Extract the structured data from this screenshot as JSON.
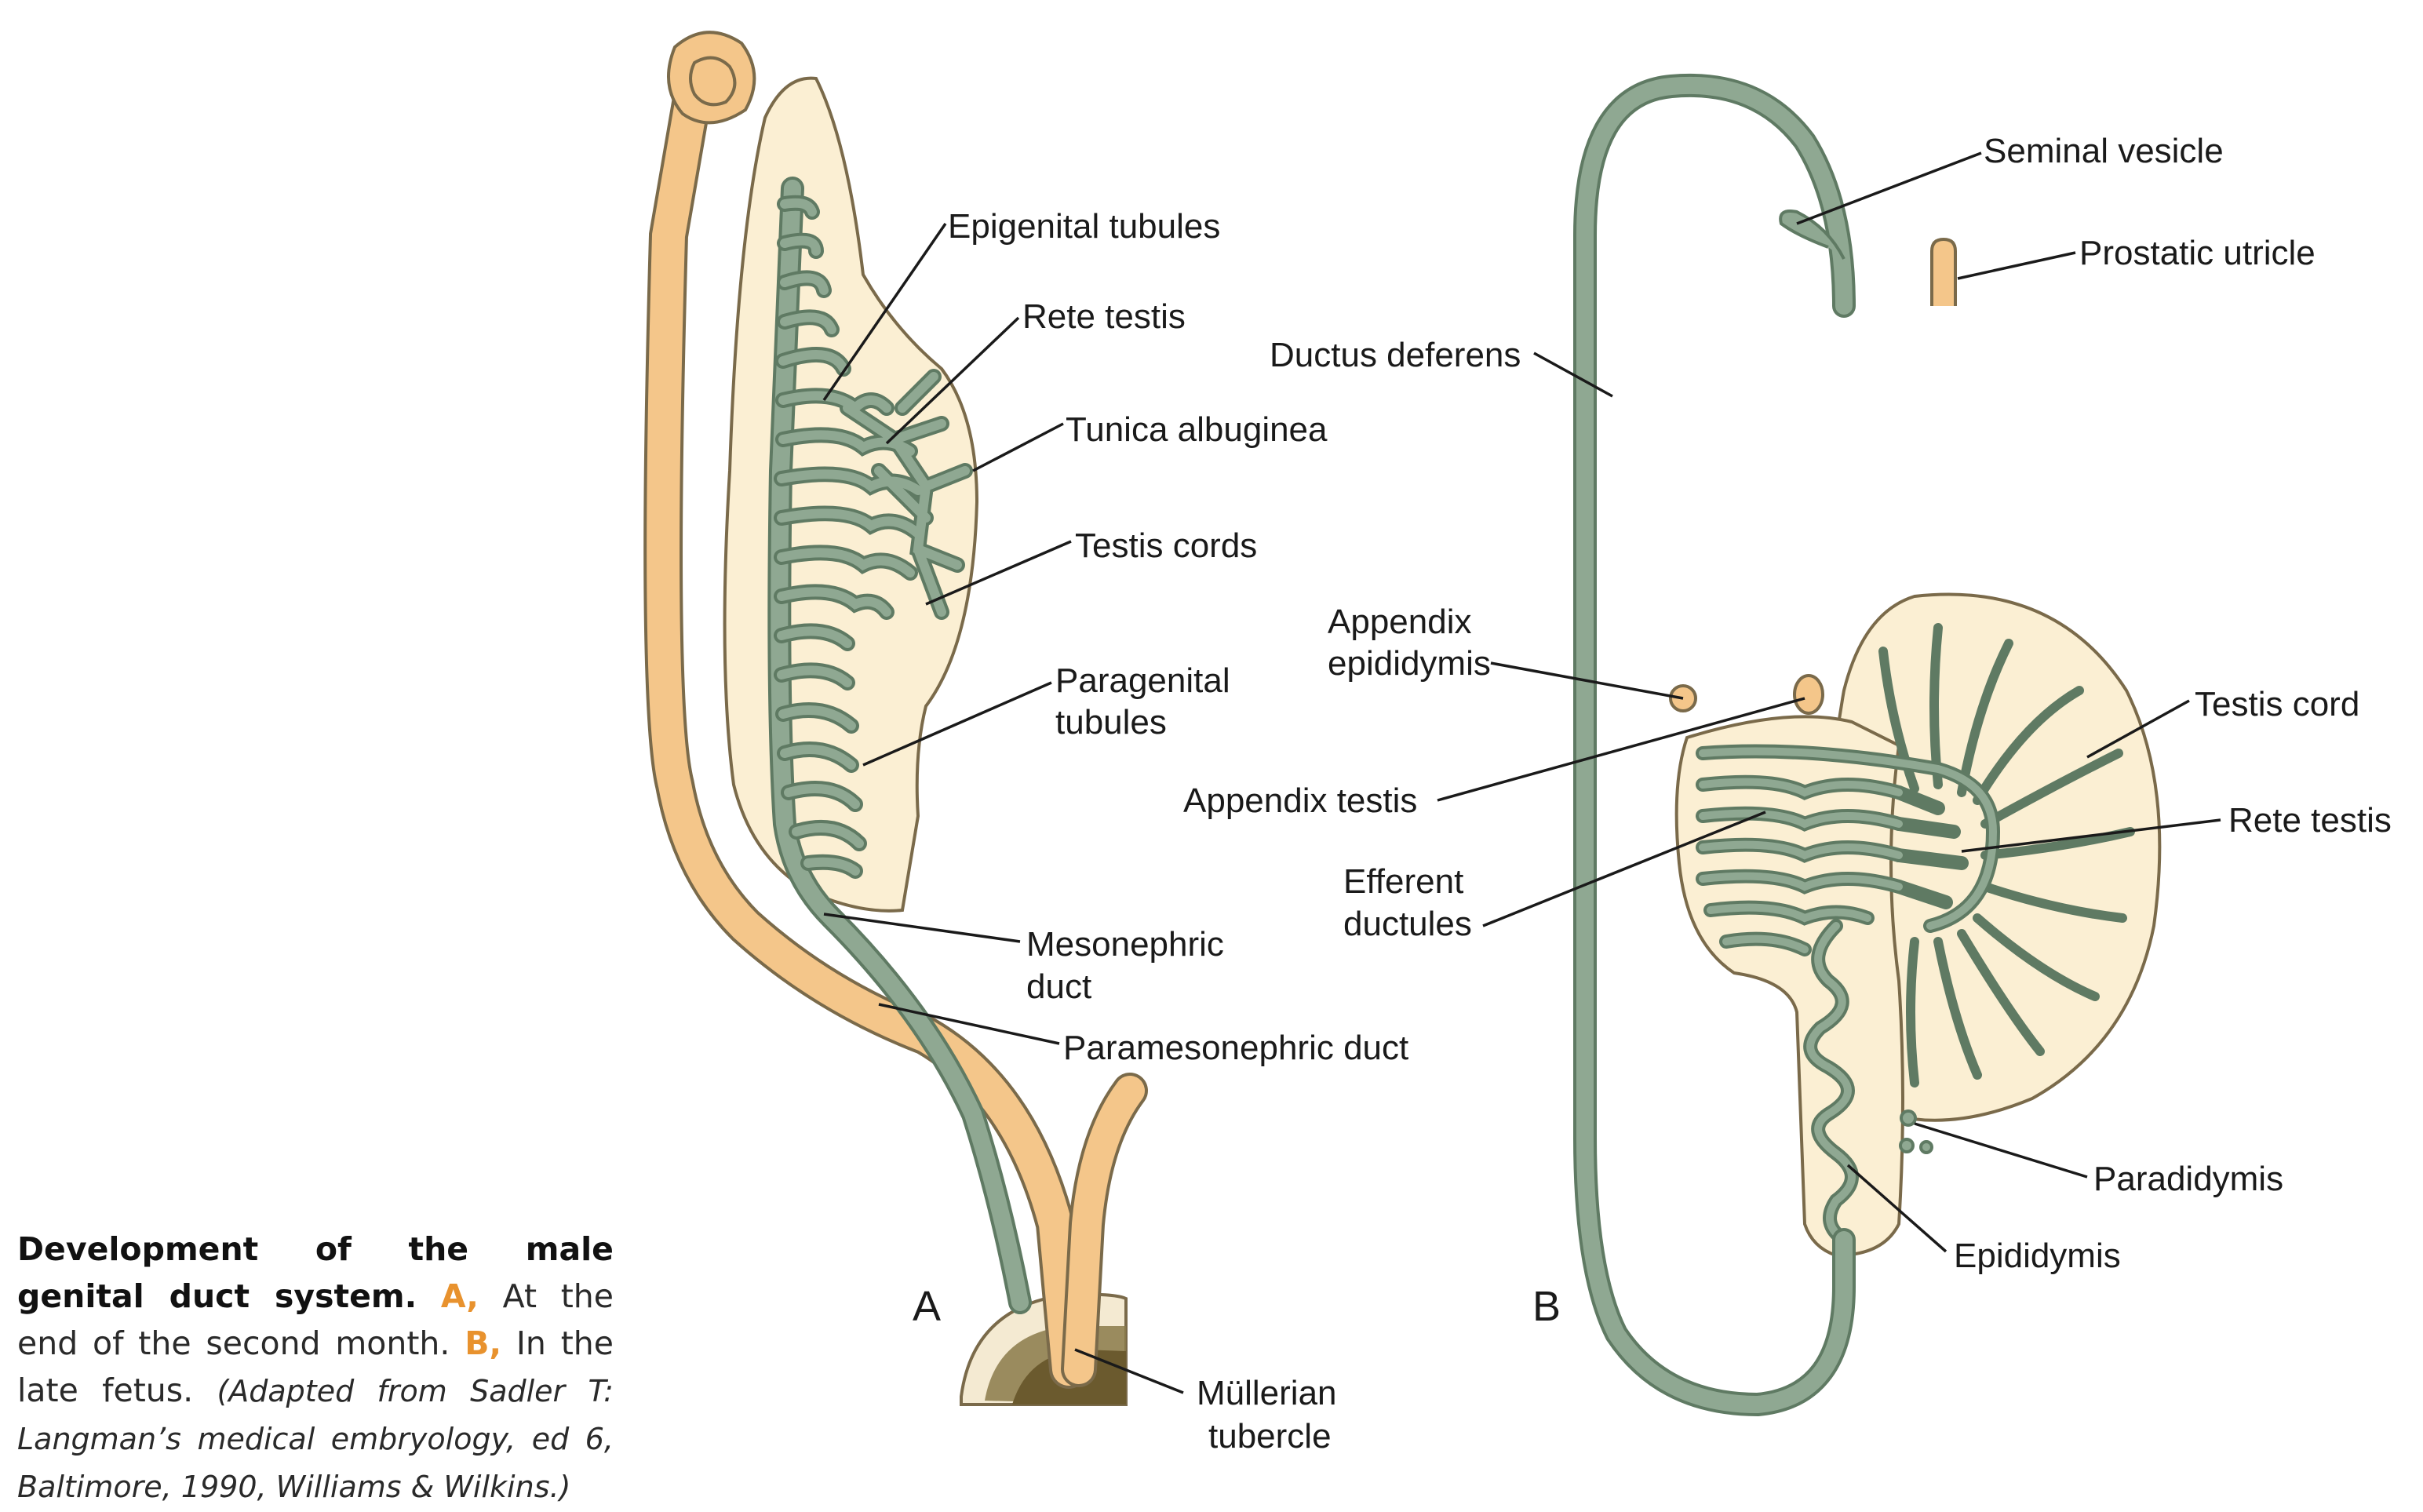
{
  "colors": {
    "duct_green": "#8FA892",
    "duct_green_dark": "#5f7a63",
    "paramesonephric_orange": "#F4C68A",
    "tissue_cream": "#FBEFD3",
    "outline": "#7a6a4a",
    "accent_orange": "#E8922E"
  },
  "panels": {
    "a": "A",
    "b": "B"
  },
  "labels": {
    "epigenital_tubules": "Epigenital tubules",
    "rete_testis_a": "Rete testis",
    "tunica_albuginea": "Tunica albuginea",
    "testis_cords": "Testis cords",
    "paragenital_tubules_1": "Paragenital",
    "paragenital_tubules_2": "tubules",
    "mesonephric_duct_1": "Mesonephric",
    "mesonephric_duct_2": "duct",
    "paramesonephric_duct": "Paramesonephric duct",
    "mullerian_tubercle_1": "Müllerian",
    "mullerian_tubercle_2": "tubercle",
    "seminal_vesicle": "Seminal vesicle",
    "prostatic_utricle": "Prostatic utricle",
    "ductus_deferens": "Ductus deferens",
    "appendix_epididymis_1": "Appendix",
    "appendix_epididymis_2": "epididymis",
    "appendix_testis": "Appendix testis",
    "testis_cord": "Testis cord",
    "rete_testis_b": "Rete testis",
    "efferent_ductules_1": "Efferent",
    "efferent_ductules_2": "ductules",
    "paradidymis": "Paradidymis",
    "epididymis": "Epididymis"
  },
  "caption": {
    "title": "Development of the male genital duct system.",
    "key_a": "A,",
    "text_a": "At the end of the second month.",
    "key_b": "B,",
    "text_b": "In the late fetus.",
    "source": "(Adapted from Sadler T: Langman’s medical embryology, ed 6, Baltimore, 1990, Williams & Wilkins.)"
  }
}
